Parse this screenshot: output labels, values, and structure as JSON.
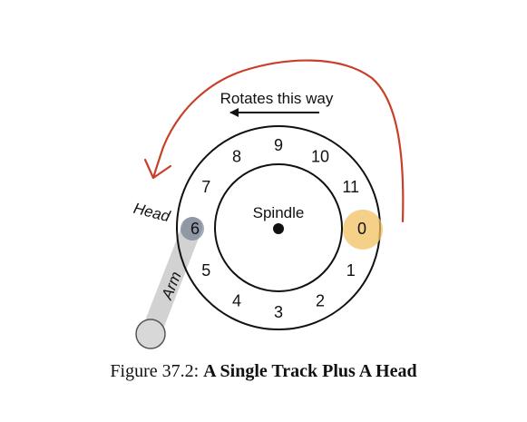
{
  "rotation_label": "Rotates this way",
  "spindle_label": "Spindle",
  "head_label": "Head",
  "arm_label": "Arm",
  "sectors": [
    "0",
    "1",
    "2",
    "3",
    "4",
    "5",
    "6",
    "7",
    "8",
    "9",
    "10",
    "11"
  ],
  "highlighted_sector": "0",
  "head_sector": "6",
  "caption": {
    "prefix": "Figure 37.2:",
    "title": "A Single Track Plus A Head"
  },
  "colors": {
    "highlight": "#f0c060",
    "annotation_arrow": "#c8402a",
    "arm": "#d2d2d2",
    "head": "#5a6680"
  }
}
